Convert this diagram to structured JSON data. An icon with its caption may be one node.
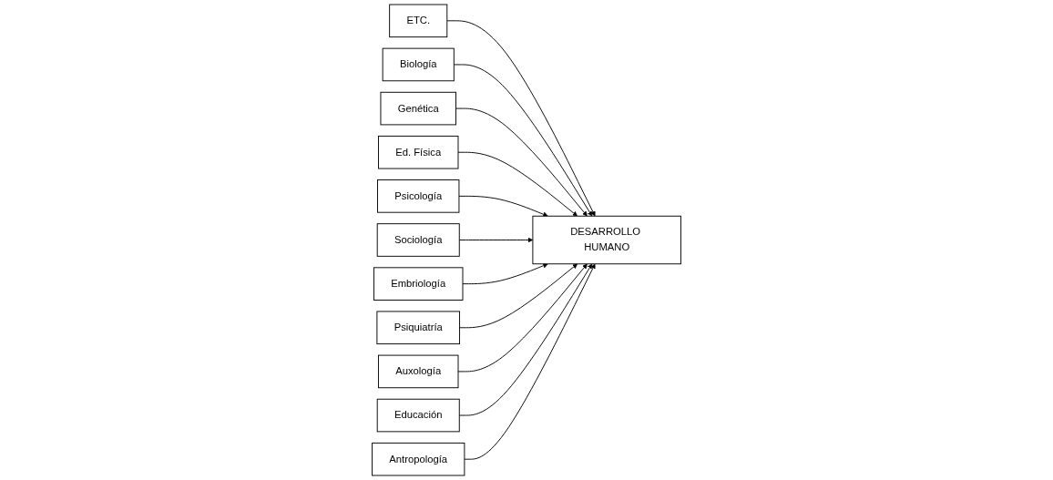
{
  "diagram": {
    "nodes": [
      {
        "text": [
          "ETC."
        ]
      },
      {
        "text": [
          "Biología"
        ]
      },
      {
        "text": [
          "Genética"
        ]
      },
      {
        "text": [
          "Ed. Física"
        ]
      },
      {
        "text": [
          "Psicología"
        ]
      },
      {
        "text": [
          "DESARROLLO HUMANO"
        ]
      },
      {
        "text": [
          "Sociología"
        ]
      },
      {
        "text": [
          "Embriología"
        ]
      },
      {
        "text": [
          "Psiquiatría"
        ]
      },
      {
        "text": [
          "Auxología"
        ]
      },
      {
        "text": [
          "Educación"
        ]
      },
      {
        "text": [
          "Antropología"
        ]
      }
    ],
    "edges": [
      {
        "from": 0,
        "to": 5,
        "arrow": "to"
      },
      {
        "from": 1,
        "to": 5,
        "arrow": "to"
      },
      {
        "from": 2,
        "to": 5,
        "arrow": "to"
      },
      {
        "from": 3,
        "to": 5,
        "arrow": "to"
      },
      {
        "from": 4,
        "to": 5,
        "arrow": "to"
      },
      {
        "from": 6,
        "to": 5,
        "arrow": "to"
      },
      {
        "from": 7,
        "to": 5,
        "arrow": "to"
      },
      {
        "from": 8,
        "to": 5,
        "arrow": "to"
      },
      {
        "from": 9,
        "to": 5,
        "arrow": "to"
      },
      {
        "from": 10,
        "to": 5,
        "arrow": "to"
      },
      {
        "from": 11,
        "to": 5,
        "arrow": "to"
      }
    ]
  }
}
